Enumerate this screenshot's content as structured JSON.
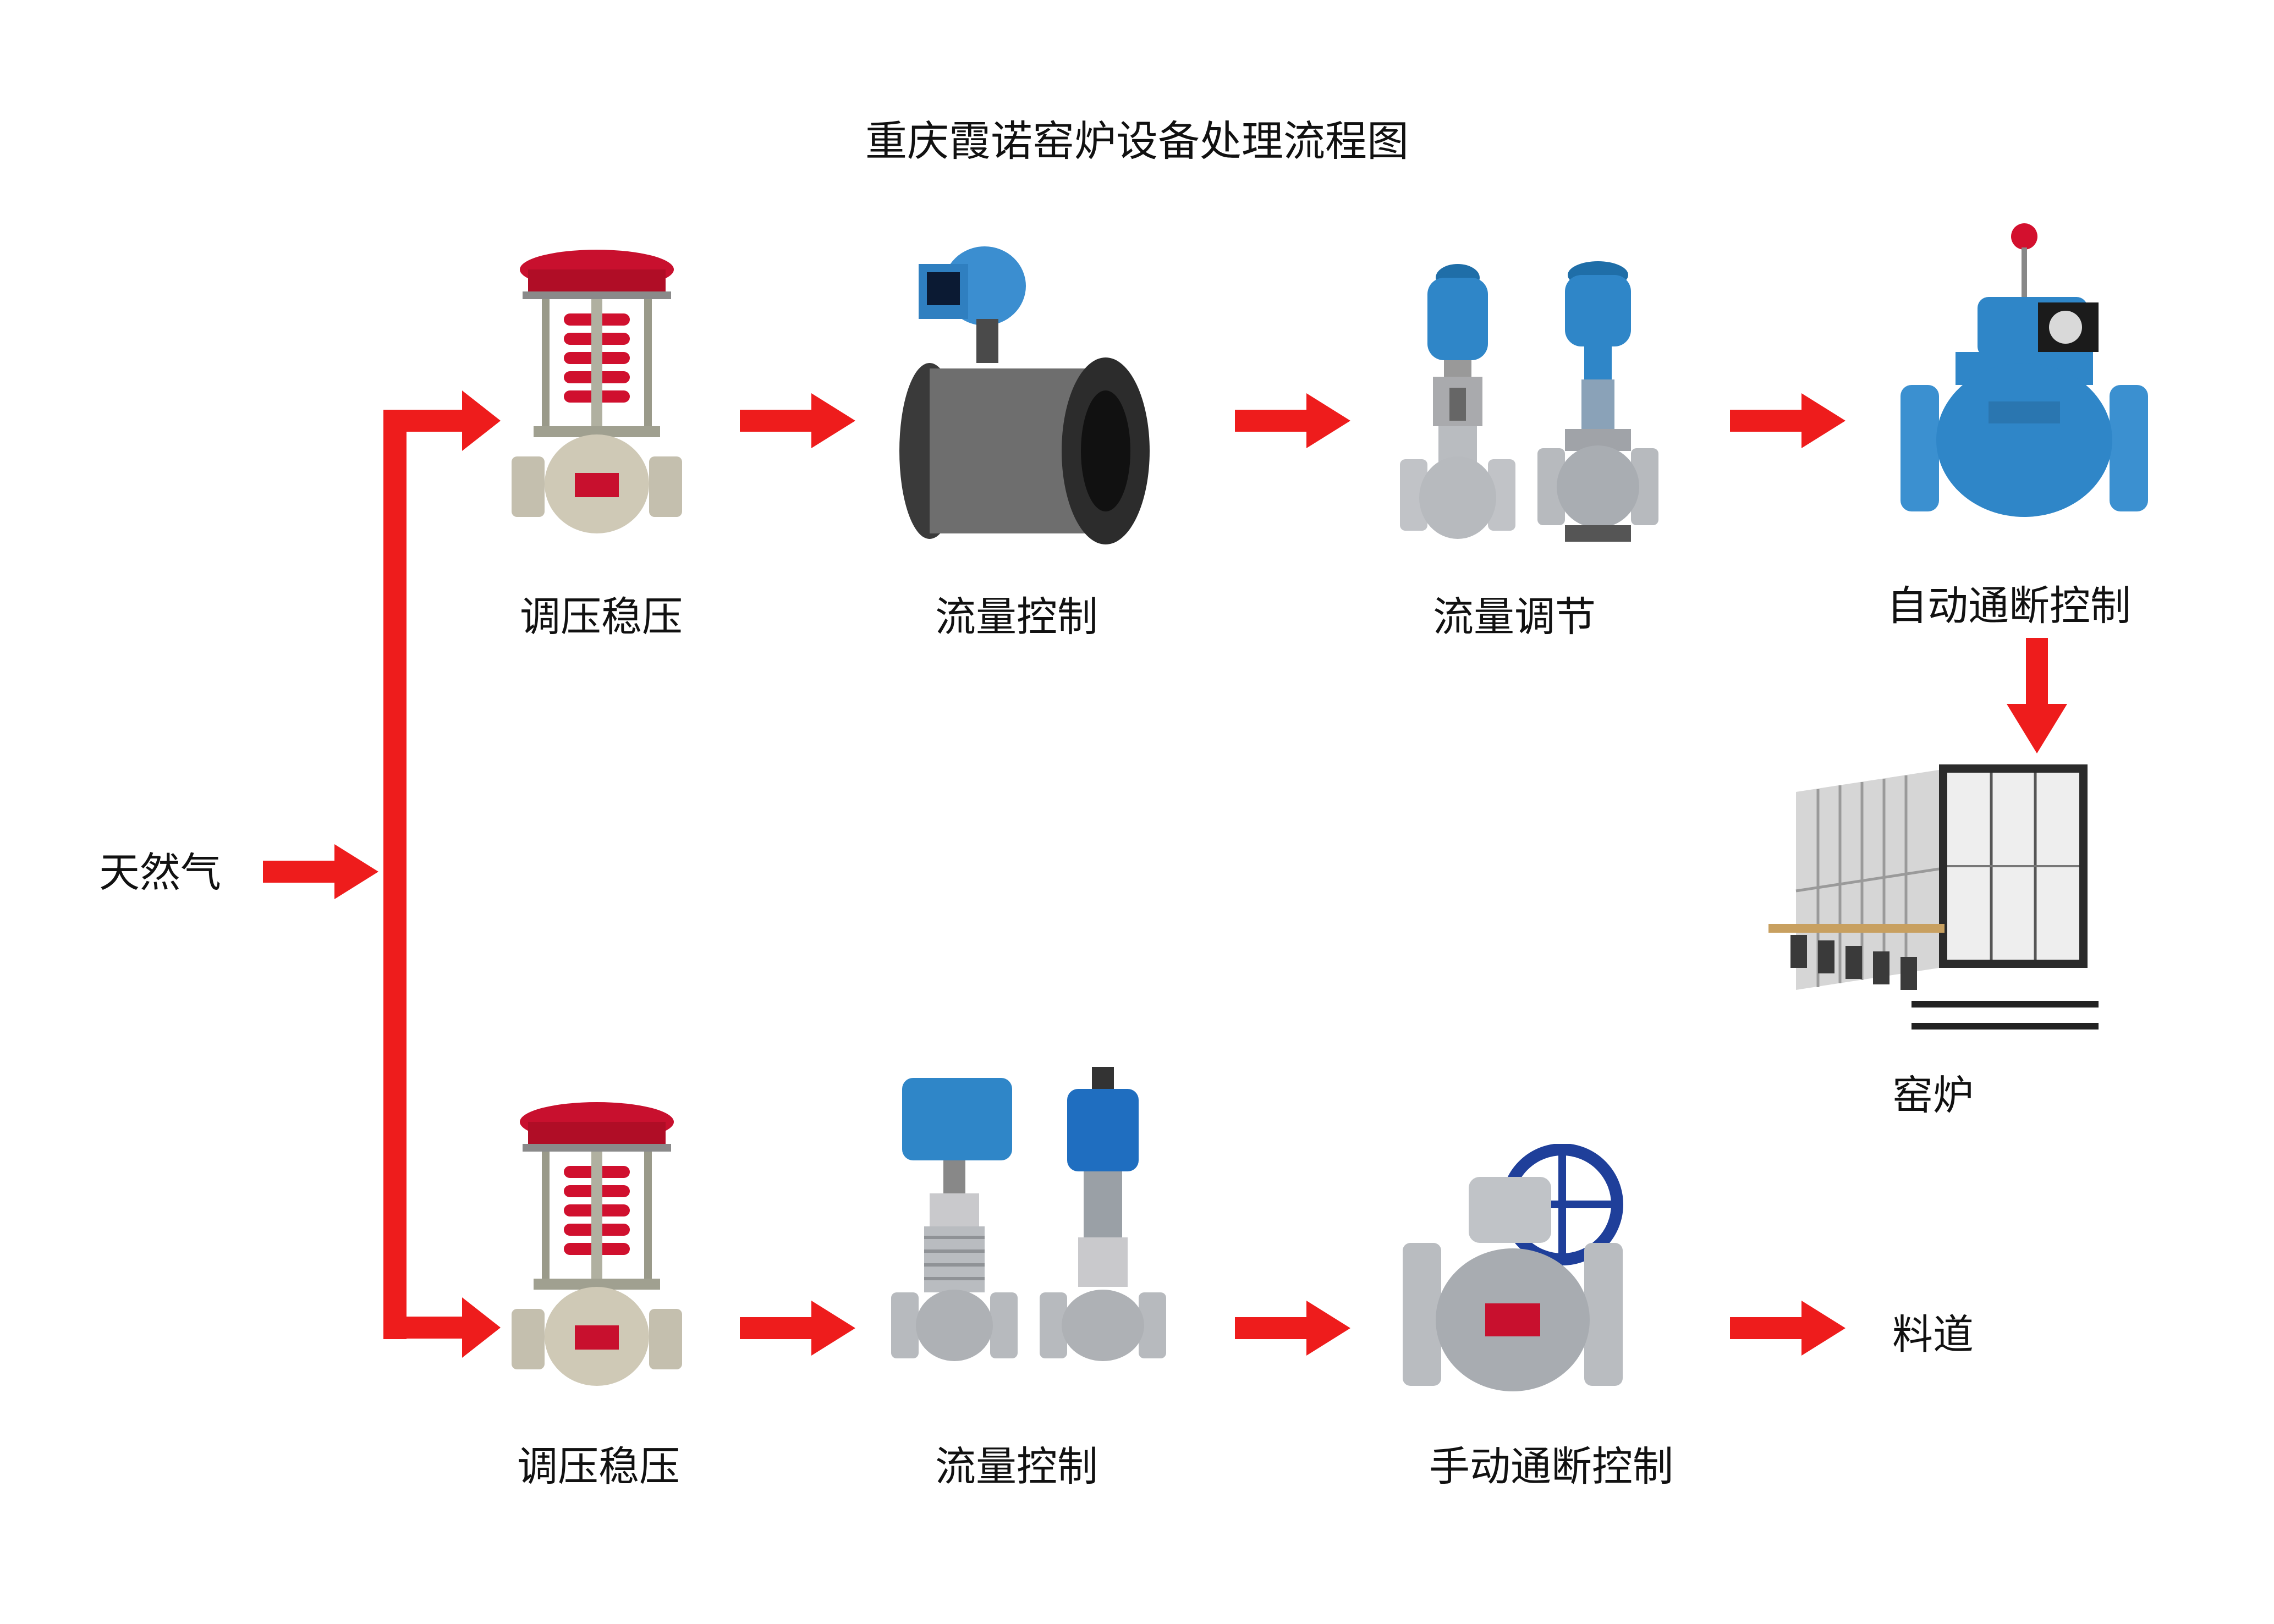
{
  "title": "重庆霞诺窑炉设备处理流程图",
  "source": {
    "label": "天然气"
  },
  "top_line": [
    {
      "label": "调压稳压"
    },
    {
      "label": "流量控制"
    },
    {
      "label": "流量调节"
    },
    {
      "label": "自动通断控制"
    }
  ],
  "kiln": {
    "label": "窑炉"
  },
  "bottom_line": [
    {
      "label": "调压稳压"
    },
    {
      "label": "流量控制"
    },
    {
      "label": "手动通断控制"
    }
  ],
  "outlet": {
    "label": "料道"
  },
  "colors": {
    "arrow": "#ee1c1c",
    "valve_red": "#c8102e",
    "valve_blue": "#2f86c8",
    "steel": "#b9bcc0",
    "kiln_frame": "#2b2b2b"
  }
}
